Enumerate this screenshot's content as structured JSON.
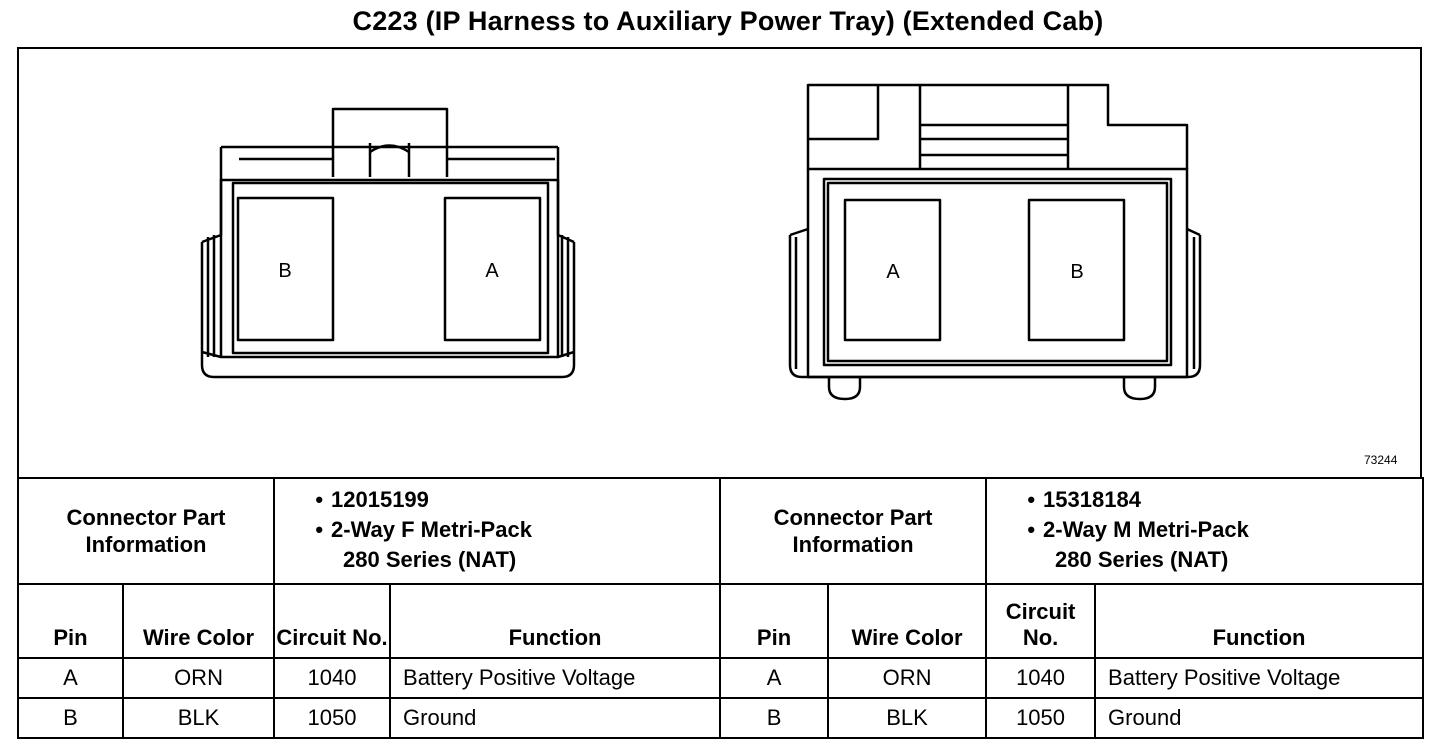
{
  "title": "C223 (IP Harness to Auxiliary Power Tray) (Extended Cab)",
  "figure_id": "73244",
  "connectors": [
    {
      "part_info_label": "Connector Part Information",
      "part_number": "12015199",
      "description_line1": "2-Way F Metri-Pack",
      "description_line2": "280 Series (NAT)",
      "cavity_labels": [
        "B",
        "A"
      ],
      "columns": {
        "pin": "Pin",
        "wire_color": "Wire Color",
        "circuit": "Circuit No.",
        "function": "Function"
      },
      "pins": [
        {
          "pin": "A",
          "wire_color": "ORN",
          "circuit": "1040",
          "function": "Battery Positive Voltage"
        },
        {
          "pin": "B",
          "wire_color": "BLK",
          "circuit": "1050",
          "function": "Ground"
        }
      ]
    },
    {
      "part_info_label": "Connector Part Information",
      "part_number": "15318184",
      "description_line1": "2-Way M Metri-Pack",
      "description_line2": "280 Series (NAT)",
      "cavity_labels": [
        "A",
        "B"
      ],
      "columns": {
        "pin": "Pin",
        "wire_color": "Wire Color",
        "circuit": "Circuit No.",
        "function": "Function"
      },
      "pins": [
        {
          "pin": "A",
          "wire_color": "ORN",
          "circuit": "1040",
          "function": "Battery Positive Voltage"
        },
        {
          "pin": "B",
          "wire_color": "BLK",
          "circuit": "1050",
          "function": "Ground"
        }
      ]
    }
  ]
}
